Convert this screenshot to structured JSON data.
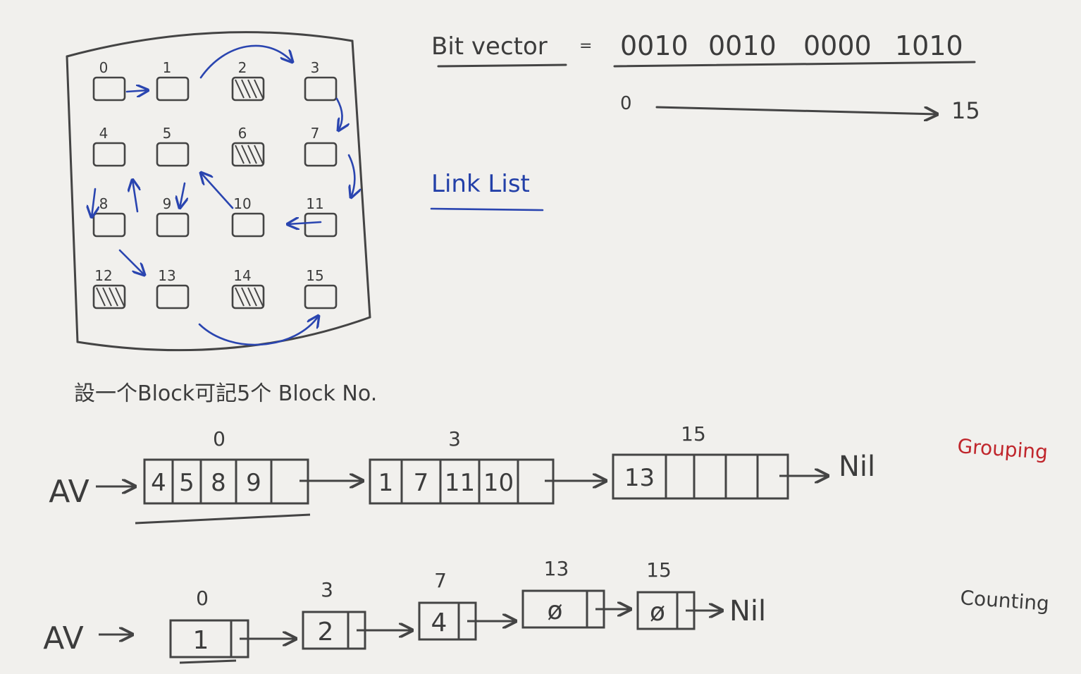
{
  "bit_vector": {
    "label": "Bit vector",
    "equals": "=",
    "groups": [
      "0010",
      "0010",
      "0000",
      "1010"
    ],
    "range_start": "0",
    "range_end": "15"
  },
  "link_list": {
    "label": "Link List"
  },
  "disk": {
    "blocks": [
      {
        "no": "0",
        "state": "free"
      },
      {
        "no": "1",
        "state": "free"
      },
      {
        "no": "2",
        "state": "used"
      },
      {
        "no": "3",
        "state": "free"
      },
      {
        "no": "4",
        "state": "free"
      },
      {
        "no": "5",
        "state": "free"
      },
      {
        "no": "6",
        "state": "used"
      },
      {
        "no": "7",
        "state": "free"
      },
      {
        "no": "8",
        "state": "free"
      },
      {
        "no": "9",
        "state": "free"
      },
      {
        "no": "10",
        "state": "free"
      },
      {
        "no": "11",
        "state": "free"
      },
      {
        "no": "12",
        "state": "used"
      },
      {
        "no": "13",
        "state": "free"
      },
      {
        "no": "14",
        "state": "used"
      },
      {
        "no": "15",
        "state": "free"
      }
    ]
  },
  "note": "設一个Block可記5个 Block No.",
  "grouping": {
    "title": "Grouping",
    "head": "AV",
    "nil": "Nil",
    "nodes": [
      {
        "label": "0",
        "cells": [
          "4",
          "5",
          "8",
          "9",
          ""
        ]
      },
      {
        "label": "3",
        "cells": [
          "1",
          "7",
          "11",
          "10",
          ""
        ]
      },
      {
        "label": "15",
        "cells": [
          "13",
          "",
          "",
          "",
          ""
        ]
      }
    ]
  },
  "counting": {
    "title": "Counting",
    "head": "AV",
    "nil": "Nil",
    "nodes": [
      {
        "label": "0",
        "count": "1"
      },
      {
        "label": "3",
        "count": "2"
      },
      {
        "label": "7",
        "count": "4"
      },
      {
        "label": "13",
        "count": "ø"
      },
      {
        "label": "15",
        "count": "ø"
      }
    ]
  },
  "colors": {
    "paper": "#f1f0ed",
    "pencil": "#3c3c3c",
    "blue_ink": "#2340a8",
    "red_ink": "#c0262c"
  }
}
